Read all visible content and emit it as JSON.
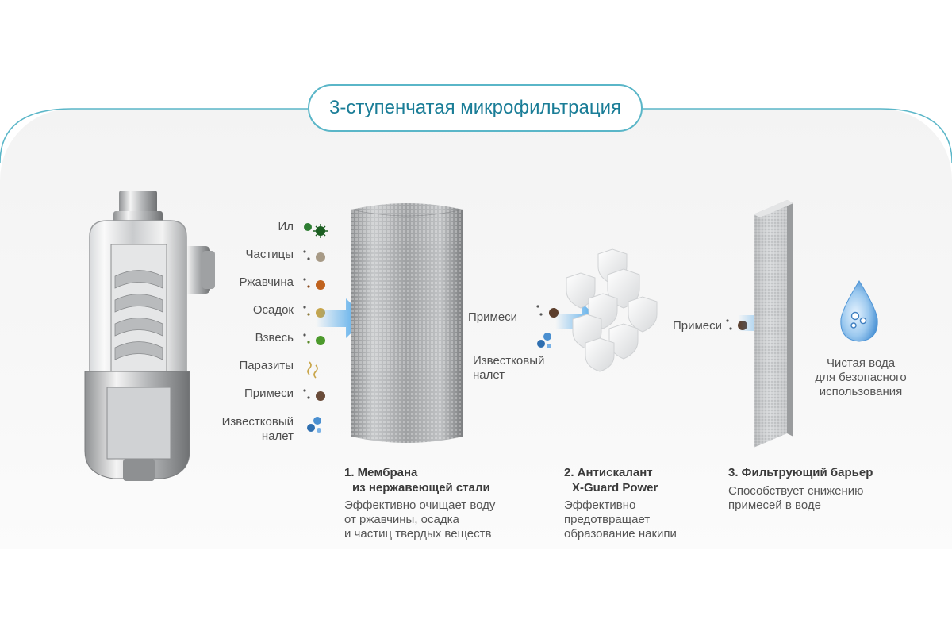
{
  "title": "3-ступенчатая микрофильтрация",
  "impurities": [
    {
      "label": "Ил",
      "icon": "silt-icon"
    },
    {
      "label": "Частицы",
      "icon": "particles-icon"
    },
    {
      "label": "Ржавчина",
      "icon": "rust-icon"
    },
    {
      "label": "Осадок",
      "icon": "sediment-icon"
    },
    {
      "label": "Взвесь",
      "icon": "suspension-icon"
    },
    {
      "label": "Паразиты",
      "icon": "parasites-icon"
    },
    {
      "label": "Примеси",
      "icon": "impurities-icon"
    },
    {
      "label_line1": "Известковый",
      "label_line2": "налет",
      "icon": "limescale-icon"
    }
  ],
  "stage1": {
    "title_line1": "1. Мембрана",
    "title_line2": "из нержавеющей стали",
    "desc_line1": "Эффективно очищает воду",
    "desc_line2": "от ржавчины, осадка",
    "desc_line3": "и частиц твердых веществ"
  },
  "stage2": {
    "impurities_label": "Примеси",
    "limescale_line1": "Известковый",
    "limescale_line2": "налет",
    "title_line1": "2. Антискалант",
    "title_line2": "X-Guard Power",
    "desc_line1": "Эффективно",
    "desc_line2": "предотвращает",
    "desc_line3": "образование накипи"
  },
  "stage3": {
    "impurities_label": "Примеси",
    "title": "3. Фильтрующий барьер",
    "desc_line1": "Способствует снижению",
    "desc_line2": "примесей в воде"
  },
  "result": {
    "line1": "Чистая вода",
    "line2": "для безопасного",
    "line3": "использования"
  },
  "colors": {
    "accent": "#1a7d97",
    "border": "#5ab6c8",
    "arrow": "#3a9ee8"
  }
}
